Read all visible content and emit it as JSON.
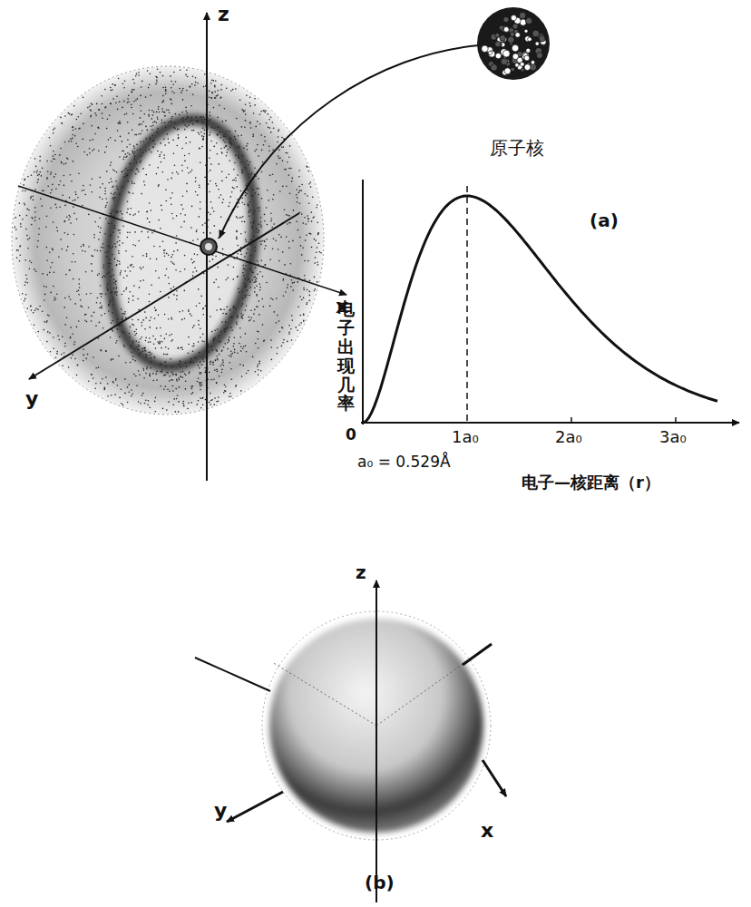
{
  "diagram": {
    "labels": [
      "z",
      "原子核",
      "(a)",
      "x",
      "y",
      "电子出现几率",
      "0",
      "1a₀",
      "2a₀",
      "3a₀",
      "a₀ = 0.529Å",
      "电子—核距离（r）",
      "z",
      "y",
      "x",
      "(b)"
    ]
  }
}
